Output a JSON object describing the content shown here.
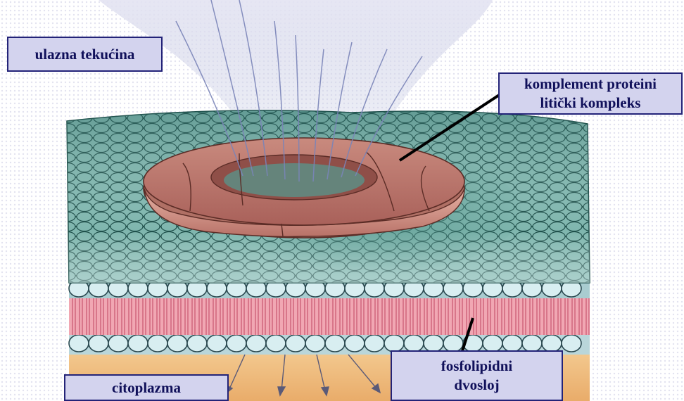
{
  "labels": {
    "influx": "ulazna tekućina",
    "complement_line1": "komplement proteini",
    "complement_line2": "litički kompleks",
    "phospholipid_line1": "fosfolipidni",
    "phospholipid_line2": "dvosloj",
    "cytoplasm": "citoplazma"
  },
  "colors": {
    "label_fill": "#d3d3ee",
    "label_border": "#232378",
    "label_text": "#10105a",
    "membrane_surface": "#4f8d86",
    "head_groups": "#cfe6ea",
    "lipid_tails": "#e88fa0",
    "cytoplasm": "#f0bb7c",
    "complement_ring": "#b87268"
  }
}
